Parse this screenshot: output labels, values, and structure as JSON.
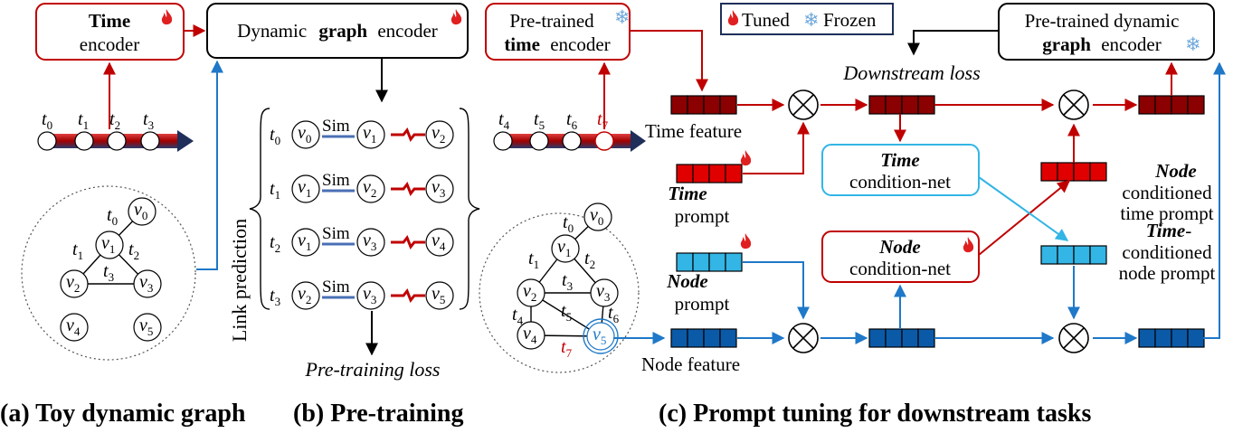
{
  "legend": {
    "tuned": "Tuned",
    "frozen": "Frozen"
  },
  "toy": {
    "caption": "(a) Toy dynamic graph",
    "time_encoder": {
      "bold": "Time",
      "rest": "encoder"
    },
    "graph_encoder": {
      "pre": "Dynamic",
      "bold": "graph",
      "post": "encoder"
    },
    "timeline_t": "t",
    "timeline_subs": [
      "0",
      "1",
      "2",
      "3"
    ],
    "node_v": "v",
    "node_subs": [
      "0",
      "1",
      "2",
      "3",
      "4",
      "5"
    ],
    "edge_labels": [
      {
        "t": "t",
        "s": "0"
      },
      {
        "t": "t",
        "s": "1"
      },
      {
        "t": "t",
        "s": "2"
      },
      {
        "t": "t",
        "s": "3"
      }
    ]
  },
  "pretrain": {
    "caption": "(b) Pre-training",
    "link_prediction": "Link prediction",
    "sim": "Sim",
    "rows": [
      {
        "t": "0",
        "a": "0",
        "b": "1",
        "c": "2"
      },
      {
        "t": "1",
        "a": "1",
        "b": "2",
        "c": "3"
      },
      {
        "t": "2",
        "a": "1",
        "b": "3",
        "c": "4"
      },
      {
        "t": "3",
        "a": "2",
        "b": "3",
        "c": "5"
      }
    ],
    "loss": "Pre-training loss"
  },
  "prompt": {
    "caption": "(c) Prompt tuning for downstream tasks",
    "pt_time_encoder": {
      "line1": "Pre-trained",
      "line2_bold": "time",
      "line2_rest": "encoder"
    },
    "pt_graph_encoder": {
      "line1": "Pre-trained dynamic",
      "line2_bold": "graph",
      "line2_rest": "encoder"
    },
    "downstream_loss": "Downstream loss",
    "time_feature": "Time feature",
    "node_feature": "Node feature",
    "time_prompt": {
      "bold": "Time",
      "rest": "prompt"
    },
    "node_prompt": {
      "bold": "Node",
      "rest": "prompt"
    },
    "time_condnet": {
      "bold": "Time",
      "rest": "condition-net"
    },
    "node_condnet": {
      "bold": "Node",
      "rest": "condition-net"
    },
    "node_cond_time_prompt": {
      "bold": "Node",
      "line2": "conditioned",
      "line3": "time prompt"
    },
    "time_cond_node_prompt": {
      "bold": "Time",
      "line1_rest": "-",
      "line2": "conditioned",
      "line3": "node prompt"
    },
    "timeline_subs": [
      "4",
      "5",
      "6",
      "7"
    ],
    "edge_labels": [
      {
        "s": "0"
      },
      {
        "s": "1"
      },
      {
        "s": "2"
      },
      {
        "s": "3"
      },
      {
        "s": "4"
      },
      {
        "s": "5"
      },
      {
        "s": "6"
      },
      {
        "s": "7"
      }
    ]
  },
  "colors": {
    "red": "#c00000",
    "dark_red": "#8b0000",
    "blue": "#1f78c8",
    "light_blue": "#33b5e5",
    "dark_blue": "#0b5aa8",
    "navy": "#1f2f5a",
    "snow": "#6fa8dc"
  }
}
